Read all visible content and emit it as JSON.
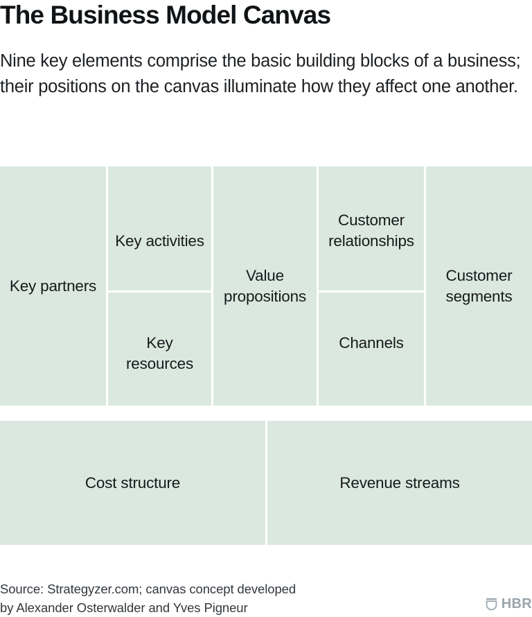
{
  "header": {
    "title": "The Business Model Canvas",
    "subtitle": "Nine key elements comprise the basic building blocks of a business; their positions on the canvas illuminate how they affect one another."
  },
  "canvas": {
    "cells": [
      {
        "id": "key-partners",
        "label": "Key\npartners"
      },
      {
        "id": "key-activities",
        "label": "Key\nactivities"
      },
      {
        "id": "key-resources",
        "label": "Key\nresources"
      },
      {
        "id": "value-propositions",
        "label": "Value\npropositions"
      },
      {
        "id": "customer-relationships",
        "label": "Customer\nrelationships"
      },
      {
        "id": "channels",
        "label": "Channels"
      },
      {
        "id": "customer-segments",
        "label": "Customer\nsegments"
      },
      {
        "id": "cost-structure",
        "label": "Cost structure"
      },
      {
        "id": "revenue-streams",
        "label": "Revenue streams"
      }
    ]
  },
  "footer": {
    "source": "Source: Strategyzer.com; canvas concept developed\nby Alexander Osterwalder and Yves Pigneur",
    "logo_text": "HBR",
    "logo_icon": "hbr-shield-icon"
  },
  "colors": {
    "cell_fill": "#dbe8df",
    "background": "#ffffff",
    "text": "#16191c",
    "source_text": "#33383d",
    "logo": "#9aa5ab"
  }
}
